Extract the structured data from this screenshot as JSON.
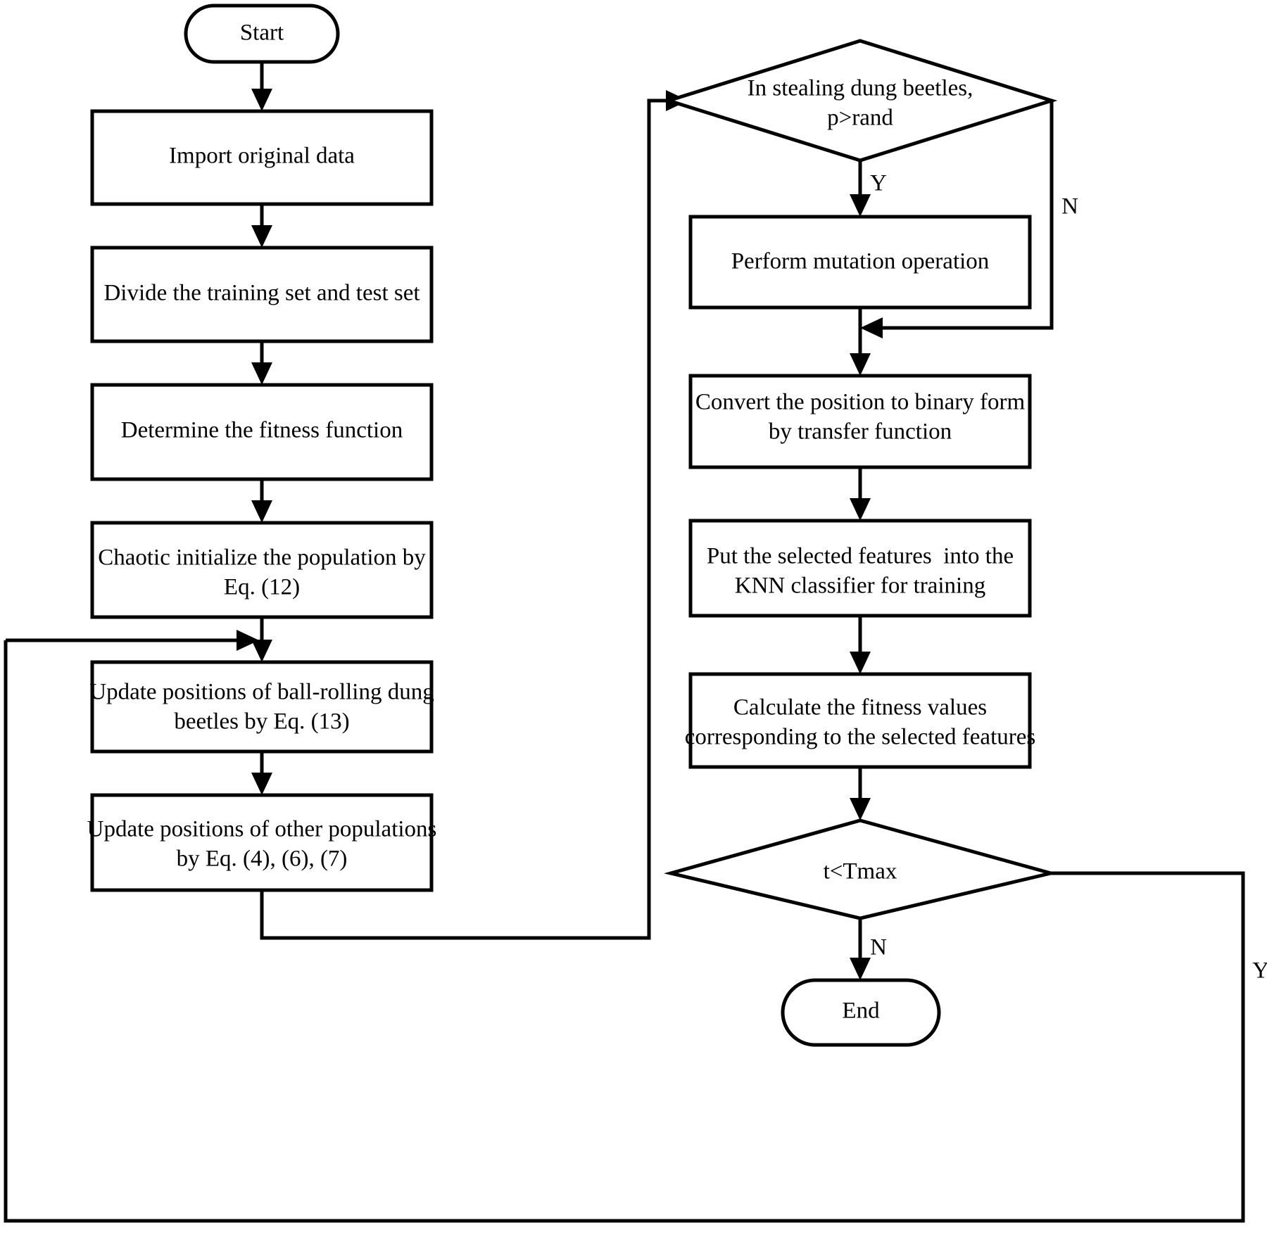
{
  "diagram": {
    "title": "Improved Dung Beetle Optimizer feature selection flowchart",
    "background_color": "#ffffff",
    "line_color": "#000000",
    "nodes": {
      "start": {
        "label": "Start",
        "shape": "terminator"
      },
      "import_data": {
        "label": "Import original data",
        "shape": "process"
      },
      "divide_sets": {
        "label": "Divide the training set and test set",
        "shape": "process"
      },
      "fitness_function": {
        "label": "Determine the fitness function",
        "shape": "process"
      },
      "chaotic_init_line1": {
        "label": "Chaotic initialize the population by",
        "shape": "process"
      },
      "chaotic_init_line2": {
        "label": "Eq. (12)"
      },
      "ball_rolling_line1": {
        "label": "Update positions of ball-rolling dung"
      },
      "ball_rolling_line2": {
        "label": "beetles by Eq. (13)"
      },
      "other_pop_line1": {
        "label": "Update positions of other populations"
      },
      "other_pop_line2": {
        "label": "by Eq. (4), (6), (7)"
      },
      "stealing_decision_line1": {
        "label": "In stealing dung beetles,"
      },
      "stealing_decision_line2": {
        "label": "p>rand"
      },
      "mutation": {
        "label": "Perform mutation operation",
        "shape": "process"
      },
      "convert_binary_line1": {
        "label": "Convert the position to binary form"
      },
      "convert_binary_line2": {
        "label": "by transfer function"
      },
      "knn_line1": {
        "label": "Put the selected features  into the"
      },
      "knn_line2": {
        "label": "KNN classifier for training"
      },
      "calc_fitness_line1": {
        "label": "Calculate the fitness values"
      },
      "calc_fitness_line2": {
        "label": "corresponding to the selected features"
      },
      "tmax_decision": {
        "label": "t<Tmax",
        "shape": "decision"
      },
      "end": {
        "label": "End",
        "shape": "terminator"
      }
    },
    "edge_labels": {
      "stealing_yes": "Y",
      "stealing_no": "N",
      "tmax_no": "N",
      "tmax_yes": "Y"
    }
  }
}
